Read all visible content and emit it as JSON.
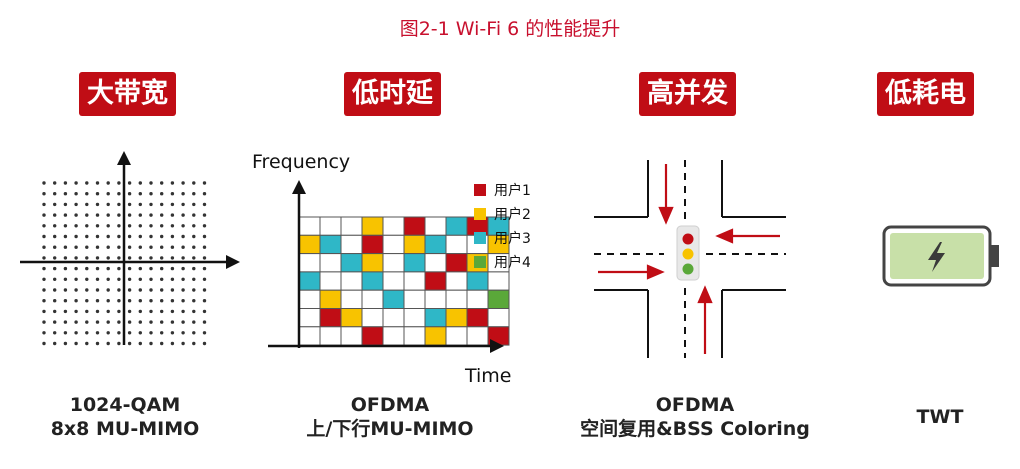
{
  "title": "图2-1  Wi-Fi 6 的性能提升",
  "colors": {
    "red": "#c00d15",
    "yellow": "#f8c300",
    "teal": "#2fb7c7",
    "green": "#5aa839"
  },
  "panels": [
    {
      "badge": "大带宽",
      "caption_line1": "1024-QAM",
      "caption_line2": "8x8 MU-MIMO"
    },
    {
      "badge": "低时延",
      "caption_line1": "OFDMA",
      "caption_line2": "上/下行MU-MIMO",
      "y_axis_label": "Frequency",
      "x_axis_label": "Time",
      "legend": [
        "用户1",
        "用户2",
        "用户3",
        "用户4"
      ]
    },
    {
      "badge": "高并发",
      "caption_line1": "OFDMA",
      "caption_line2": "空间复用&BSS Coloring"
    },
    {
      "badge": "低耗电",
      "caption_line1": "",
      "caption_line2": "TWT"
    }
  ],
  "ofdma_grid": [
    [
      0,
      0,
      0,
      2,
      0,
      1,
      0,
      3,
      1,
      3
    ],
    [
      2,
      3,
      0,
      1,
      0,
      2,
      3,
      0,
      0,
      2
    ],
    [
      0,
      0,
      3,
      2,
      0,
      3,
      0,
      1,
      2,
      0
    ],
    [
      3,
      0,
      0,
      3,
      0,
      0,
      1,
      0,
      3,
      0
    ],
    [
      0,
      2,
      0,
      0,
      3,
      0,
      0,
      0,
      0,
      4
    ],
    [
      0,
      1,
      2,
      0,
      0,
      0,
      3,
      2,
      1,
      0
    ],
    [
      0,
      0,
      0,
      1,
      0,
      0,
      2,
      0,
      0,
      1
    ]
  ]
}
